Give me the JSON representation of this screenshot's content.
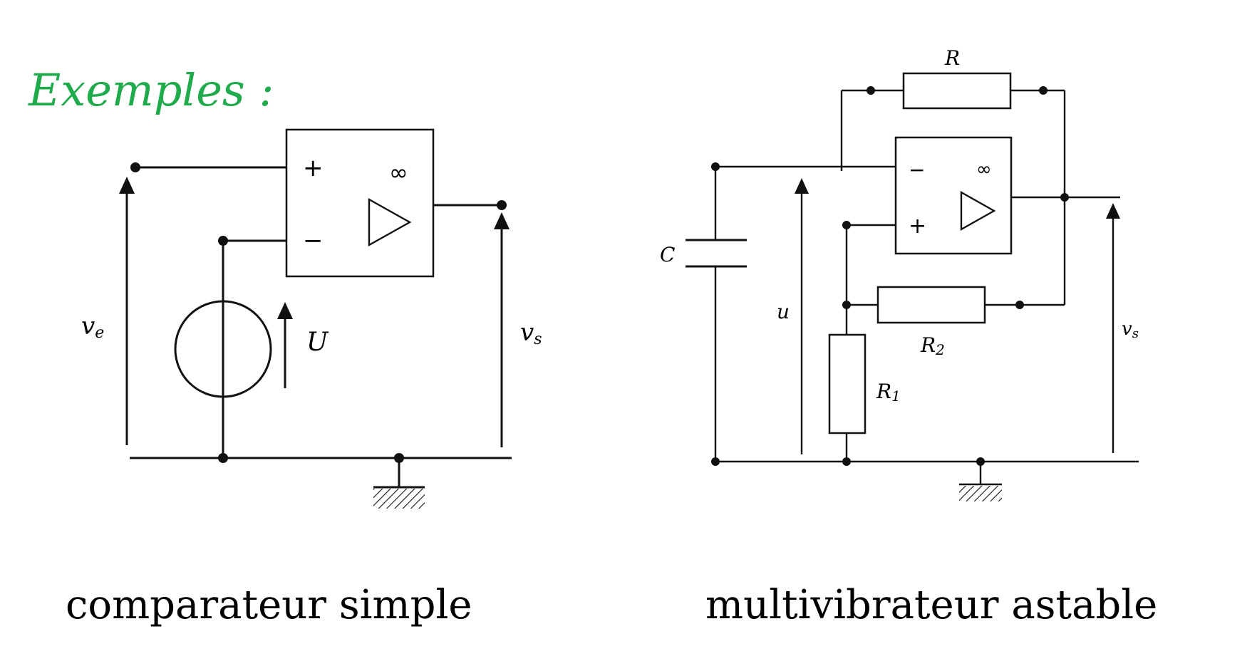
{
  "heading": "Exemples :",
  "colors": {
    "heading": "#1faa4b",
    "ink": "#111111"
  },
  "left": {
    "caption": "comparateur simple",
    "plus_sign": "+",
    "minus_sign": "−",
    "gain_symbol": "∞",
    "label_ve_main": "v",
    "label_ve_sub": "e",
    "label_U": "U",
    "label_vs_main": "v",
    "label_vs_sub": "s"
  },
  "right": {
    "caption": "multivibrateur astable",
    "minus_sign": "−",
    "plus_sign": "+",
    "gain_symbol": "∞",
    "label_R": "R",
    "label_C": "C",
    "label_u": "u",
    "label_R2_main": "R",
    "label_R2_sub": "2",
    "label_R1_main": "R",
    "label_R1_sub": "1",
    "label_vs_main": "v",
    "label_vs_sub": "s"
  }
}
